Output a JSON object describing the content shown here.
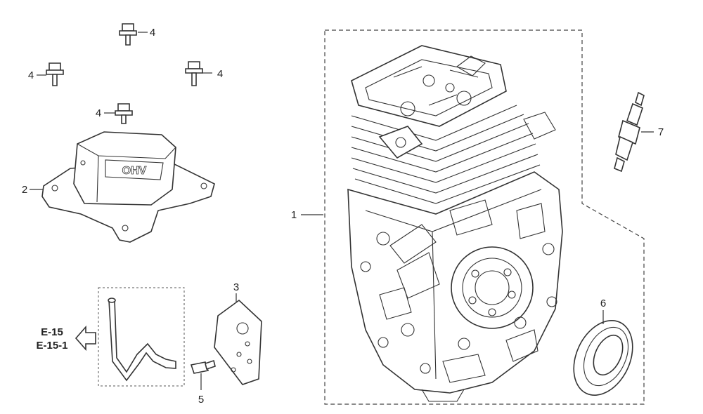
{
  "callouts": {
    "c1": "1",
    "c2": "2",
    "c3": "3",
    "c4a": "4",
    "c4b": "4",
    "c4c": "4",
    "c4d": "4",
    "c5": "5",
    "c6": "6",
    "c7": "7"
  },
  "references": {
    "ref1": "E-15",
    "ref2": "E-15-1"
  },
  "cover_logo": "OHV"
}
